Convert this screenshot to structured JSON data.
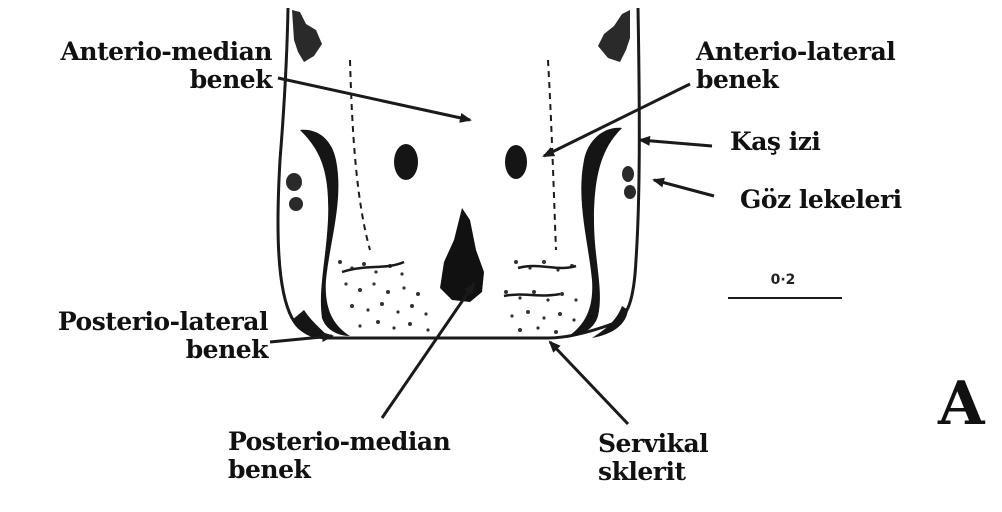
{
  "labels": {
    "anterio_median": [
      "Anterio-median",
      "benek"
    ],
    "anterio_lateral": [
      "Anterio-lateral",
      "benek"
    ],
    "kas_izi": "Kaş izi",
    "goz_lekeleri": "Göz lekeleri",
    "posterio_lateral": [
      "Posterio-lateral",
      "benek"
    ],
    "posterio_median": [
      "Posterio-median",
      "benek"
    ],
    "servikal_sklerit": [
      "Servikal",
      "sklerit"
    ]
  },
  "scale_bar": "0·2",
  "panel_letter": "A",
  "colors": {
    "ink": "#1a1a1a",
    "stipple": "#333333",
    "background": "#ffffff"
  }
}
